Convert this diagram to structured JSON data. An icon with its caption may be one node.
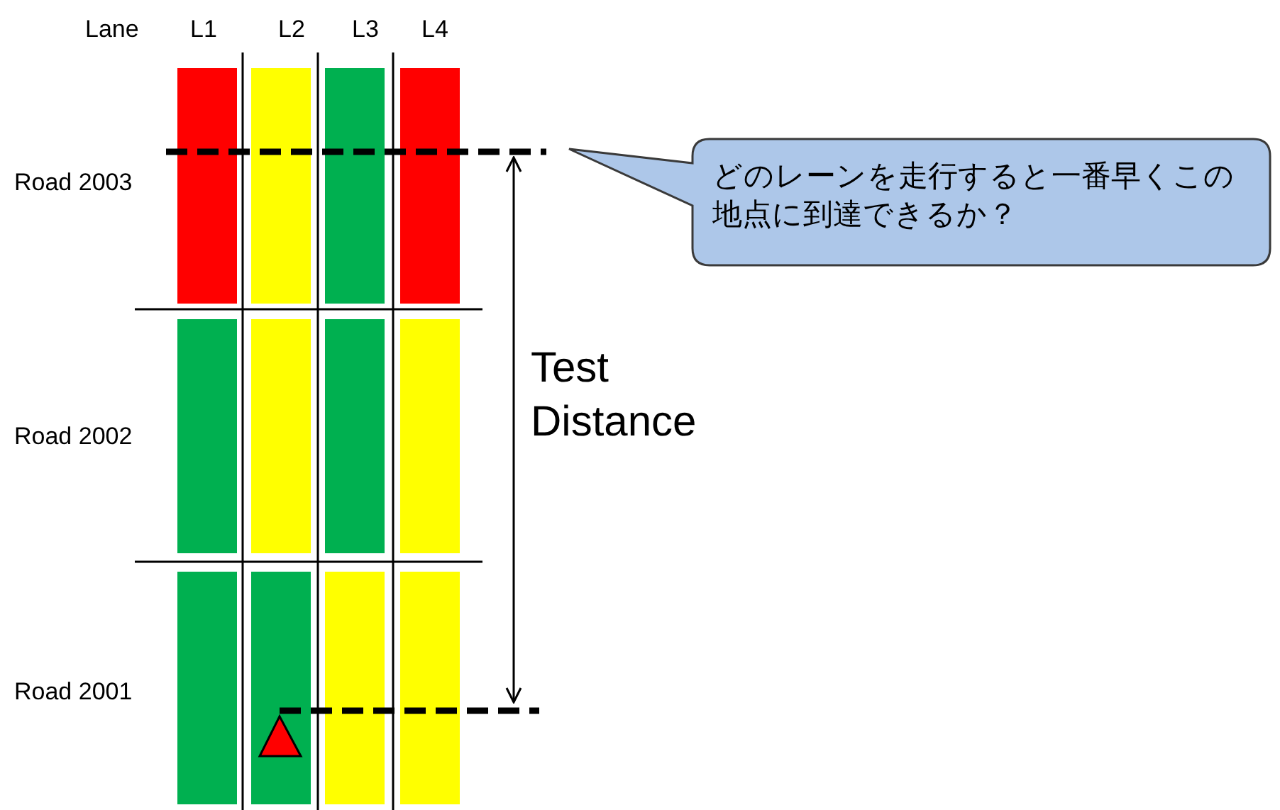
{
  "diagram": {
    "nodes": [
      {
        "text": [
          "どのレーンを走行すると一番早くこの地点に到達できるか？"
        ]
      }
    ],
    "labels": [
      "Lane",
      "L1",
      "L2",
      "L3",
      "L4",
      "Road 2003",
      "Road 2002",
      "Road 2001",
      "Test Distance"
    ]
  }
}
